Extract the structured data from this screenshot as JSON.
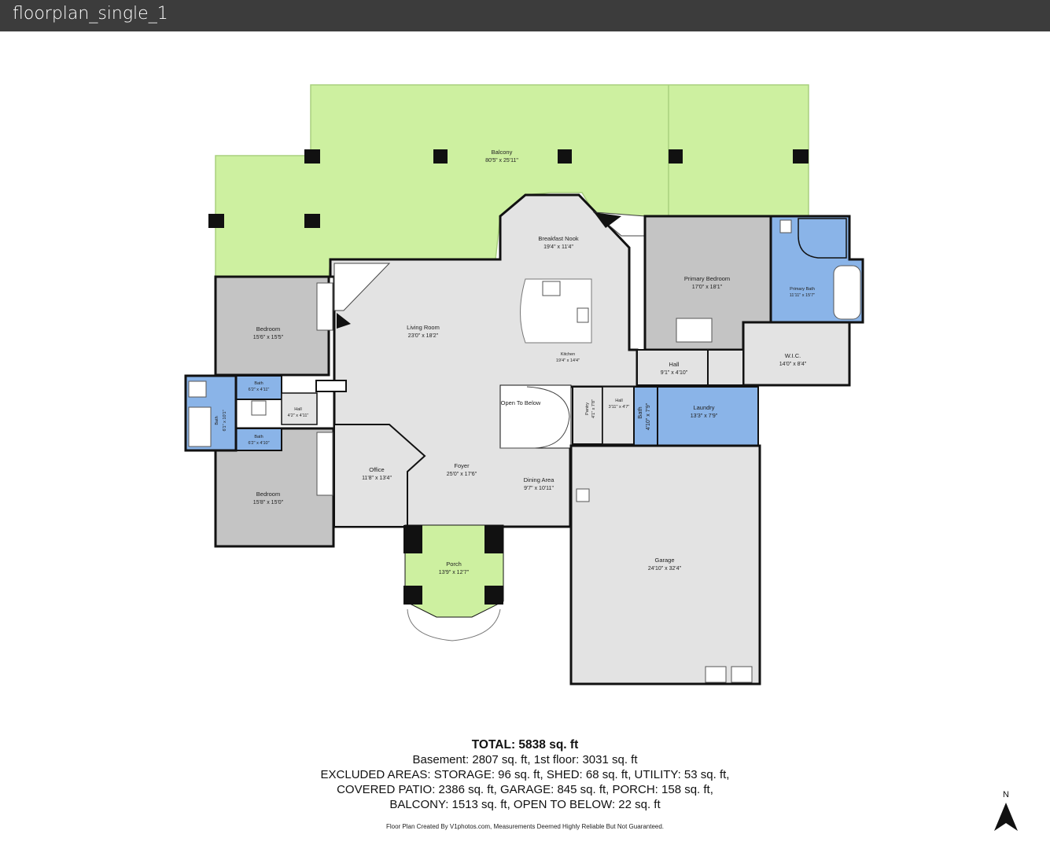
{
  "window": {
    "title": "floorplan_single_1"
  },
  "colors": {
    "outdoor": "#cdf0a0",
    "interior": "#e3e3e3",
    "bedroom": "#c4c4c4",
    "bath": "#8ab4e8",
    "wall": "#111111",
    "header": "#3c3c3c"
  },
  "rooms": {
    "balcony": {
      "name": "Balcony",
      "dim": "80'5\" x 25'11\""
    },
    "breakfast_nook": {
      "name": "Breakfast Nook",
      "dim": "19'4\" x 11'4\""
    },
    "primary_bedroom": {
      "name": "Primary Bedroom",
      "dim": "17'0\" x 18'1\""
    },
    "primary_bath": {
      "name": "Primary Bath",
      "dim": "11'11\" x 15'7\""
    },
    "wic": {
      "name": "W.I.C.",
      "dim": "14'0\" x 8'4\""
    },
    "living_room": {
      "name": "Living Room",
      "dim": "23'0\" x 18'2\""
    },
    "kitchen": {
      "name": "Kitchen",
      "dim": "19'4\" x 14'4\""
    },
    "bedroom_1": {
      "name": "Bedroom",
      "dim": "15'6\" x 15'5\""
    },
    "bedroom_2": {
      "name": "Bedroom",
      "dim": "15'8\" x 15'0\""
    },
    "bath_upper": {
      "name": "Bath",
      "dim": "6'2\" x 4'11\""
    },
    "bath_lower": {
      "name": "Bath",
      "dim": "6'2\" x 4'10\""
    },
    "bath_side": {
      "name": "Bath",
      "dim": "6'1\" x 10'1\""
    },
    "hall_west": {
      "name": "Hall",
      "dim": "4'2\" x 4'11\""
    },
    "hall_east": {
      "name": "Hall",
      "dim": "9'1\" x 4'10\""
    },
    "hall_small": {
      "name": "Hall",
      "dim": "3'11\" x 4'7\""
    },
    "pantry": {
      "name": "Pantry",
      "dim": "4'1\" x 7'8\""
    },
    "bath_utility": {
      "name": "Bath",
      "dim": "4'10\" x 7'9\""
    },
    "laundry": {
      "name": "Laundry",
      "dim": "13'3\" x 7'9\""
    },
    "open_to_below": {
      "name": "Open To Below"
    },
    "office": {
      "name": "Office",
      "dim": "11'8\" x 13'4\""
    },
    "foyer": {
      "name": "Foyer",
      "dim": "25'0\" x 17'6\""
    },
    "dining_area": {
      "name": "Dining Area",
      "dim": "9'7\" x 10'11\""
    },
    "porch": {
      "name": "Porch",
      "dim": "13'9\" x 12'7\""
    },
    "garage": {
      "name": "Garage",
      "dim": "24'10\" x 32'4\""
    }
  },
  "summary": {
    "total": "TOTAL: 5838 sq. ft",
    "line1": "Basement: 2807 sq. ft, 1st floor: 3031 sq. ft",
    "line2": "EXCLUDED AREAS: STORAGE: 96 sq. ft, SHED: 68 sq. ft, UTILITY: 53 sq. ft,",
    "line3": "COVERED PATIO: 2386 sq. ft, GARAGE: 845 sq. ft, PORCH: 158 sq. ft,",
    "line4": "BALCONY: 1513 sq. ft, OPEN TO BELOW: 22 sq. ft"
  },
  "footer": "Floor Plan Created By V1photos.com, Measurements Deemed Highly Reliable But Not Guaranteed.",
  "compass": {
    "label": "N",
    "icon": "north-arrow-icon"
  }
}
